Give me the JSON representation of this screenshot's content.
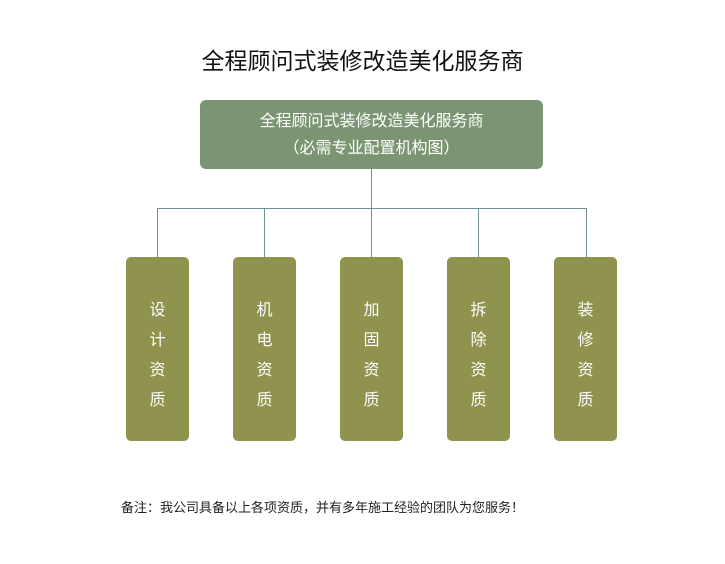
{
  "title": "全程顾问式装修改造美化服务商",
  "root": {
    "line1": "全程顾问式装修改造美化服务商",
    "line2": "（必需专业配置机构图）"
  },
  "children": [
    {
      "label": "设计资质"
    },
    {
      "label": "机电资质"
    },
    {
      "label": "加固资质"
    },
    {
      "label": "拆除资质"
    },
    {
      "label": "装修资质"
    }
  ],
  "note": "备注：我公司具备以上各项资质，并有多年施工经验的团队为您服务！",
  "colors": {
    "root": "#7b9572",
    "child": "#8f934d",
    "line": "#6f8e97"
  }
}
